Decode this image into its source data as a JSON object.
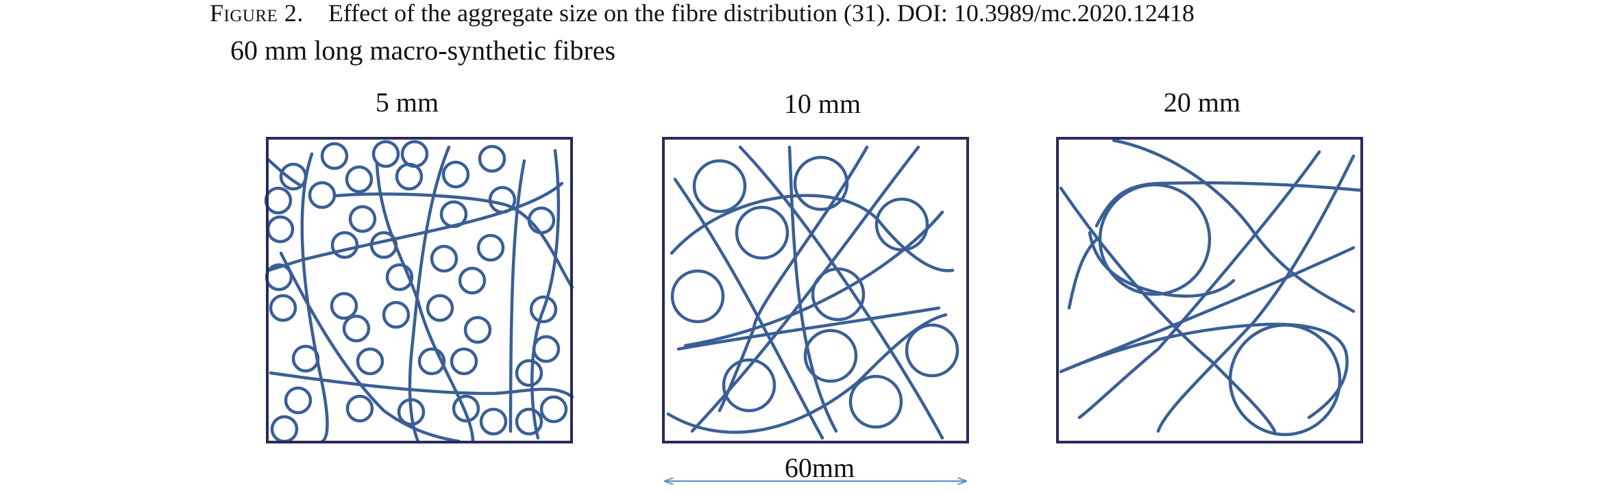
{
  "caption": {
    "figure_label": "Figure 2.",
    "text": "Effect of the aggregate size on the fibre distribution (31). DOI: 10.3989/mc.2020.12418"
  },
  "subtitle": "60 mm long macro-synthetic fibres",
  "panels": [
    {
      "label": "5 mm"
    },
    {
      "label": "10 mm"
    },
    {
      "label": "20 mm"
    }
  ],
  "dimension": {
    "label": "60mm"
  },
  "colors": {
    "frame": "#2a2a5a",
    "fibre": "#3a5f95",
    "dimension_arrow": "#5b8fd0"
  }
}
